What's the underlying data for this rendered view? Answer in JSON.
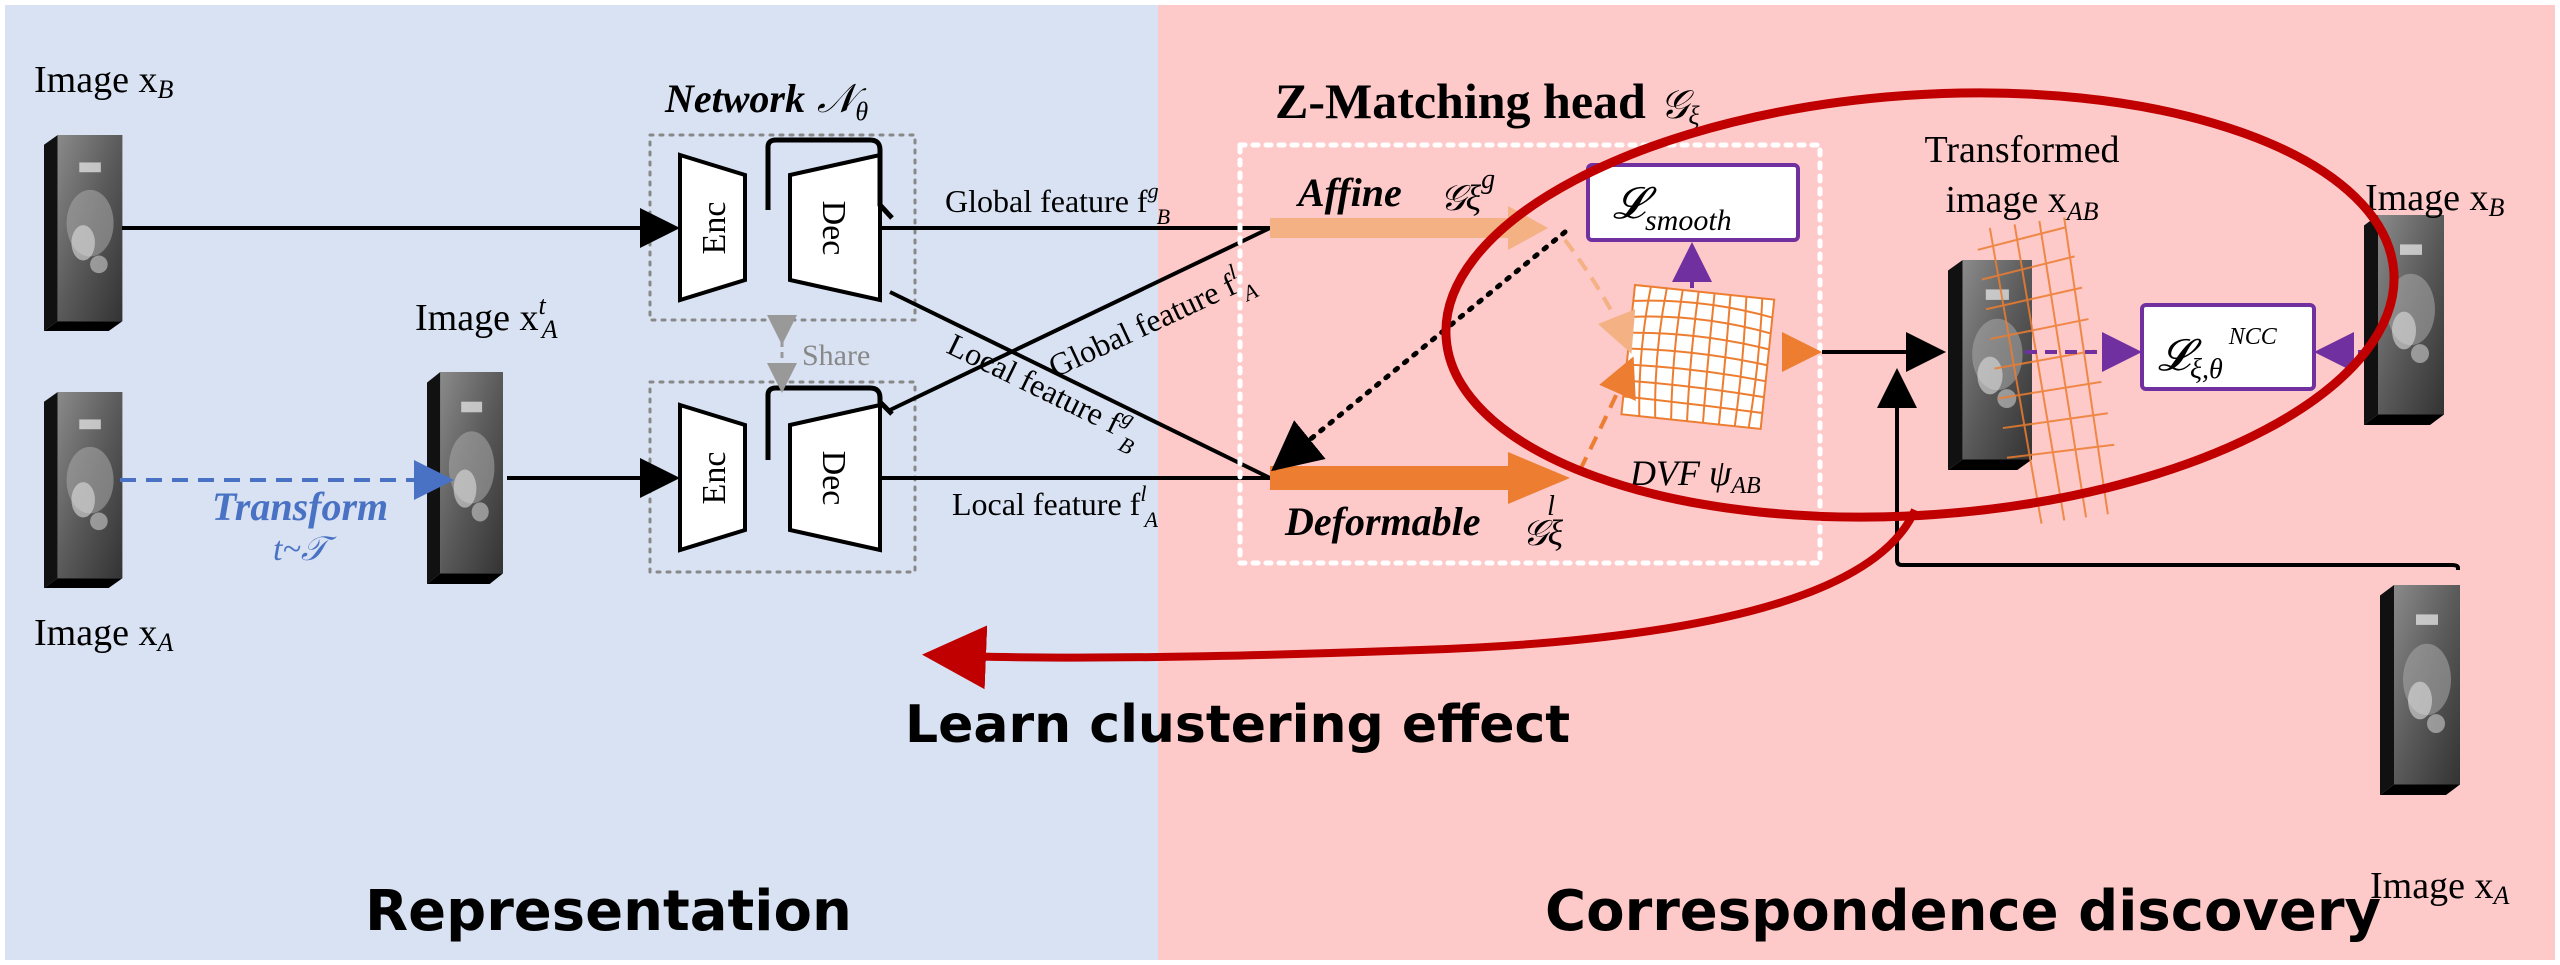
{
  "panels": {
    "left_title": "Representation",
    "right_title": "Correspondence discovery",
    "left_color": "#d9e2f2",
    "right_color": "#fdc9c9"
  },
  "images": {
    "xb_left": "Image x",
    "xb_left_sub": "B",
    "xa_left": "Image x",
    "xa_left_sub": "A",
    "xt": "Image x",
    "xt_sup": "t",
    "xt_sub": "A",
    "xb_right": "Image x",
    "xb_right_sub": "B",
    "xa_right": "Image x",
    "xa_right_sub": "A",
    "transformed_line1": "Transformed",
    "transformed_line2": "image x",
    "transformed_sub": "AB"
  },
  "transform": {
    "label": "Transform",
    "sub": "t~𝒯",
    "color": "#4a72c4"
  },
  "network": {
    "title": "Network",
    "symbol": "𝒩",
    "symbol_sub": "θ",
    "enc": "Enc",
    "dec": "Dec",
    "share": "Share"
  },
  "features": {
    "global_b": "Global feature f",
    "global_b_sup": "g",
    "global_b_sub": "B",
    "global_a": "Global feature f",
    "global_a_sup": "l",
    "global_a_sub": "A",
    "local_b": "Local feature f",
    "local_b_sup": "g",
    "local_b_sub": "B",
    "local_a": "Local feature f",
    "local_a_sup": "l",
    "local_a_sub": "A"
  },
  "head": {
    "title": "Z-Matching head",
    "title_symbol": "𝒢",
    "title_symbol_sub": "ξ",
    "affine": "Affine",
    "affine_symbol": "𝒢ξ",
    "affine_sup": "g",
    "deformable": "Deformable",
    "deformable_symbol": "𝒢ξ",
    "deformable_sup": "l",
    "dvf": "DVF ψ",
    "dvf_sub": "AB",
    "affine_color": "#f4b183",
    "deformable_color": "#ed7d31"
  },
  "losses": {
    "smooth": "𝓛",
    "smooth_sub": "smooth",
    "ncc": "𝓛",
    "ncc_sub": "ξ,θ",
    "ncc_sup": "NCC",
    "color": "#7030a0"
  },
  "annotation": {
    "text": "Learn clustering effect",
    "color": "#c00000"
  }
}
